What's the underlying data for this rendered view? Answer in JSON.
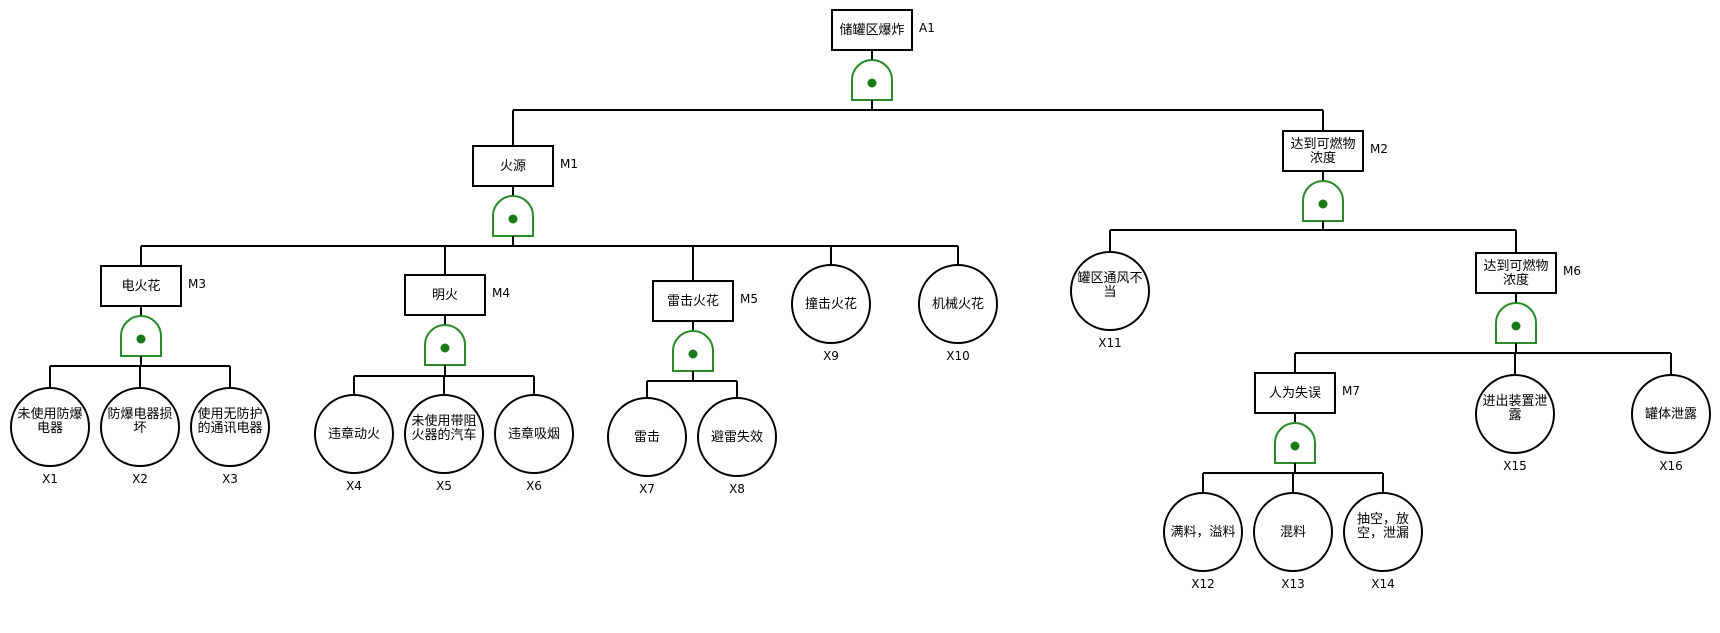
{
  "events": [
    {
      "id": "A1",
      "lines": [
        "储罐区爆炸"
      ],
      "label": "A1"
    },
    {
      "id": "M1",
      "lines": [
        "火源"
      ],
      "label": "M1"
    },
    {
      "id": "M2",
      "lines": [
        "达到可燃物",
        "浓度"
      ],
      "label": "M2"
    },
    {
      "id": "M3",
      "lines": [
        "电火花"
      ],
      "label": "M3"
    },
    {
      "id": "M4",
      "lines": [
        "明火"
      ],
      "label": "M4"
    },
    {
      "id": "M5",
      "lines": [
        "雷击火花"
      ],
      "label": "M5"
    },
    {
      "id": "M6",
      "lines": [
        "达到可燃物",
        "浓度"
      ],
      "label": "M6"
    },
    {
      "id": "M7",
      "lines": [
        "人为失误"
      ],
      "label": "M7"
    }
  ],
  "basic_events": [
    {
      "id": "X1",
      "lines": [
        "未使用防爆",
        "电器"
      ],
      "label": "X1"
    },
    {
      "id": "X2",
      "lines": [
        "防爆电器损",
        "坏"
      ],
      "label": "X2"
    },
    {
      "id": "X3",
      "lines": [
        "使用无防护",
        "的通讯电器"
      ],
      "label": "X3"
    },
    {
      "id": "X4",
      "lines": [
        "违章动火"
      ],
      "label": "X4"
    },
    {
      "id": "X5",
      "lines": [
        "未使用带阻",
        "火器的汽车"
      ],
      "label": "X5"
    },
    {
      "id": "X6",
      "lines": [
        "违章吸烟"
      ],
      "label": "X6"
    },
    {
      "id": "X7",
      "lines": [
        "雷击"
      ],
      "label": "X7"
    },
    {
      "id": "X8",
      "lines": [
        "避雷失效"
      ],
      "label": "X8"
    },
    {
      "id": "X9",
      "lines": [
        "撞击火花"
      ],
      "label": "X9"
    },
    {
      "id": "X10",
      "lines": [
        "机械火花"
      ],
      "label": "X10"
    },
    {
      "id": "X11",
      "lines": [
        "罐区通风不",
        "当"
      ],
      "label": "X11"
    },
    {
      "id": "X12",
      "lines": [
        "满料，溢料"
      ],
      "label": "X12"
    },
    {
      "id": "X13",
      "lines": [
        "混料"
      ],
      "label": "X13"
    },
    {
      "id": "X14",
      "lines": [
        "抽空，放",
        "空，泄漏"
      ],
      "label": "X14"
    },
    {
      "id": "X15",
      "lines": [
        "进出装置泄",
        "露"
      ],
      "label": "X15"
    },
    {
      "id": "X16",
      "lines": [
        "罐体泄露"
      ],
      "label": "X16"
    }
  ],
  "gates": [
    {
      "under": "A1",
      "type": "AND",
      "children": [
        "M1",
        "M2"
      ]
    },
    {
      "under": "M1",
      "type": "AND",
      "children": [
        "M3",
        "M4",
        "M5",
        "X9",
        "X10"
      ]
    },
    {
      "under": "M2",
      "type": "AND",
      "children": [
        "X11",
        "M6"
      ]
    },
    {
      "under": "M3",
      "type": "AND",
      "children": [
        "X1",
        "X2",
        "X3"
      ]
    },
    {
      "under": "M4",
      "type": "AND",
      "children": [
        "X4",
        "X5",
        "X6"
      ]
    },
    {
      "under": "M5",
      "type": "AND",
      "children": [
        "X7",
        "X8"
      ]
    },
    {
      "under": "M6",
      "type": "AND",
      "children": [
        "M7",
        "X15",
        "X16"
      ]
    },
    {
      "under": "M7",
      "type": "AND",
      "children": [
        "X12",
        "X13",
        "X14"
      ]
    }
  ],
  "colors": {
    "gate": "#2a8a2a",
    "gate_dot": "#1a7a1a",
    "line": "#000000",
    "background": "#ffffff"
  }
}
